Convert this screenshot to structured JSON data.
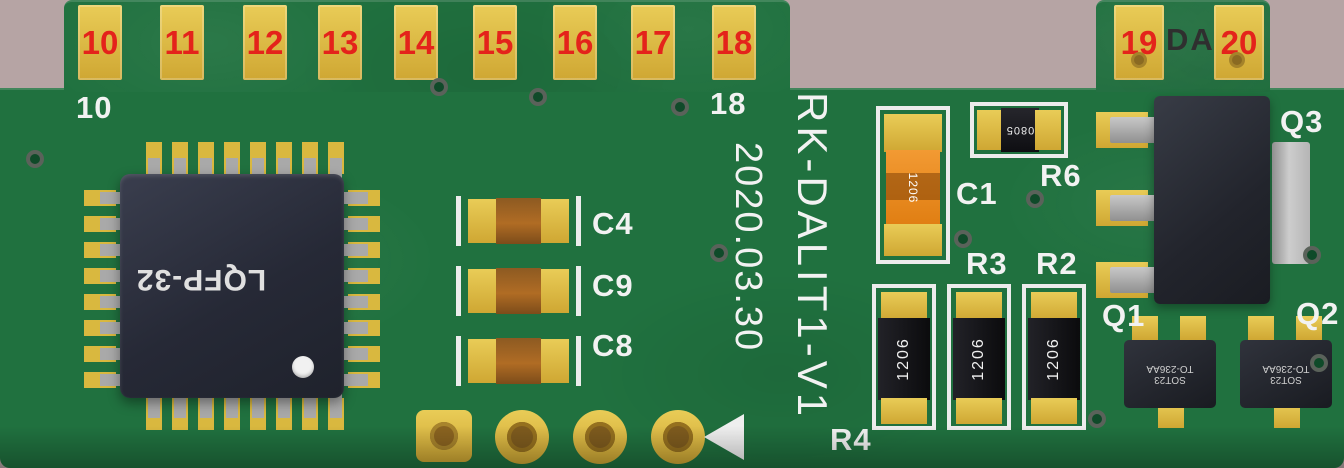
{
  "board": {
    "model": "RK-DALIT1-V1",
    "date": "2020.03.30",
    "silk_left": "10",
    "silk_right": "18"
  },
  "edge_pads_top": [
    "10",
    "11",
    "12",
    "13",
    "14",
    "15",
    "16",
    "17",
    "18"
  ],
  "edge_pads_right": [
    "19",
    "20"
  ],
  "da_label": "DA",
  "ic": {
    "label": "LQFP-32"
  },
  "refs": {
    "c4": "C4",
    "c9": "C9",
    "c8": "C8",
    "c1": "C1",
    "r6": "R6",
    "r3": "R3",
    "r2": "R2",
    "r4": "R4",
    "q1": "Q1",
    "q2": "Q2",
    "q3": "Q3"
  },
  "markings": {
    "c1_body": "1206",
    "r6_body": "0805",
    "r_body": "1206",
    "sot_line1": "SOT23",
    "sot_line2": "TO-236AA"
  },
  "colors": {
    "board_green": "#20713f",
    "pad_gold": "#d9b83f",
    "silkscreen_white": "#f2f2f2",
    "number_red": "#e4231b",
    "background": "#b6a4a4"
  }
}
